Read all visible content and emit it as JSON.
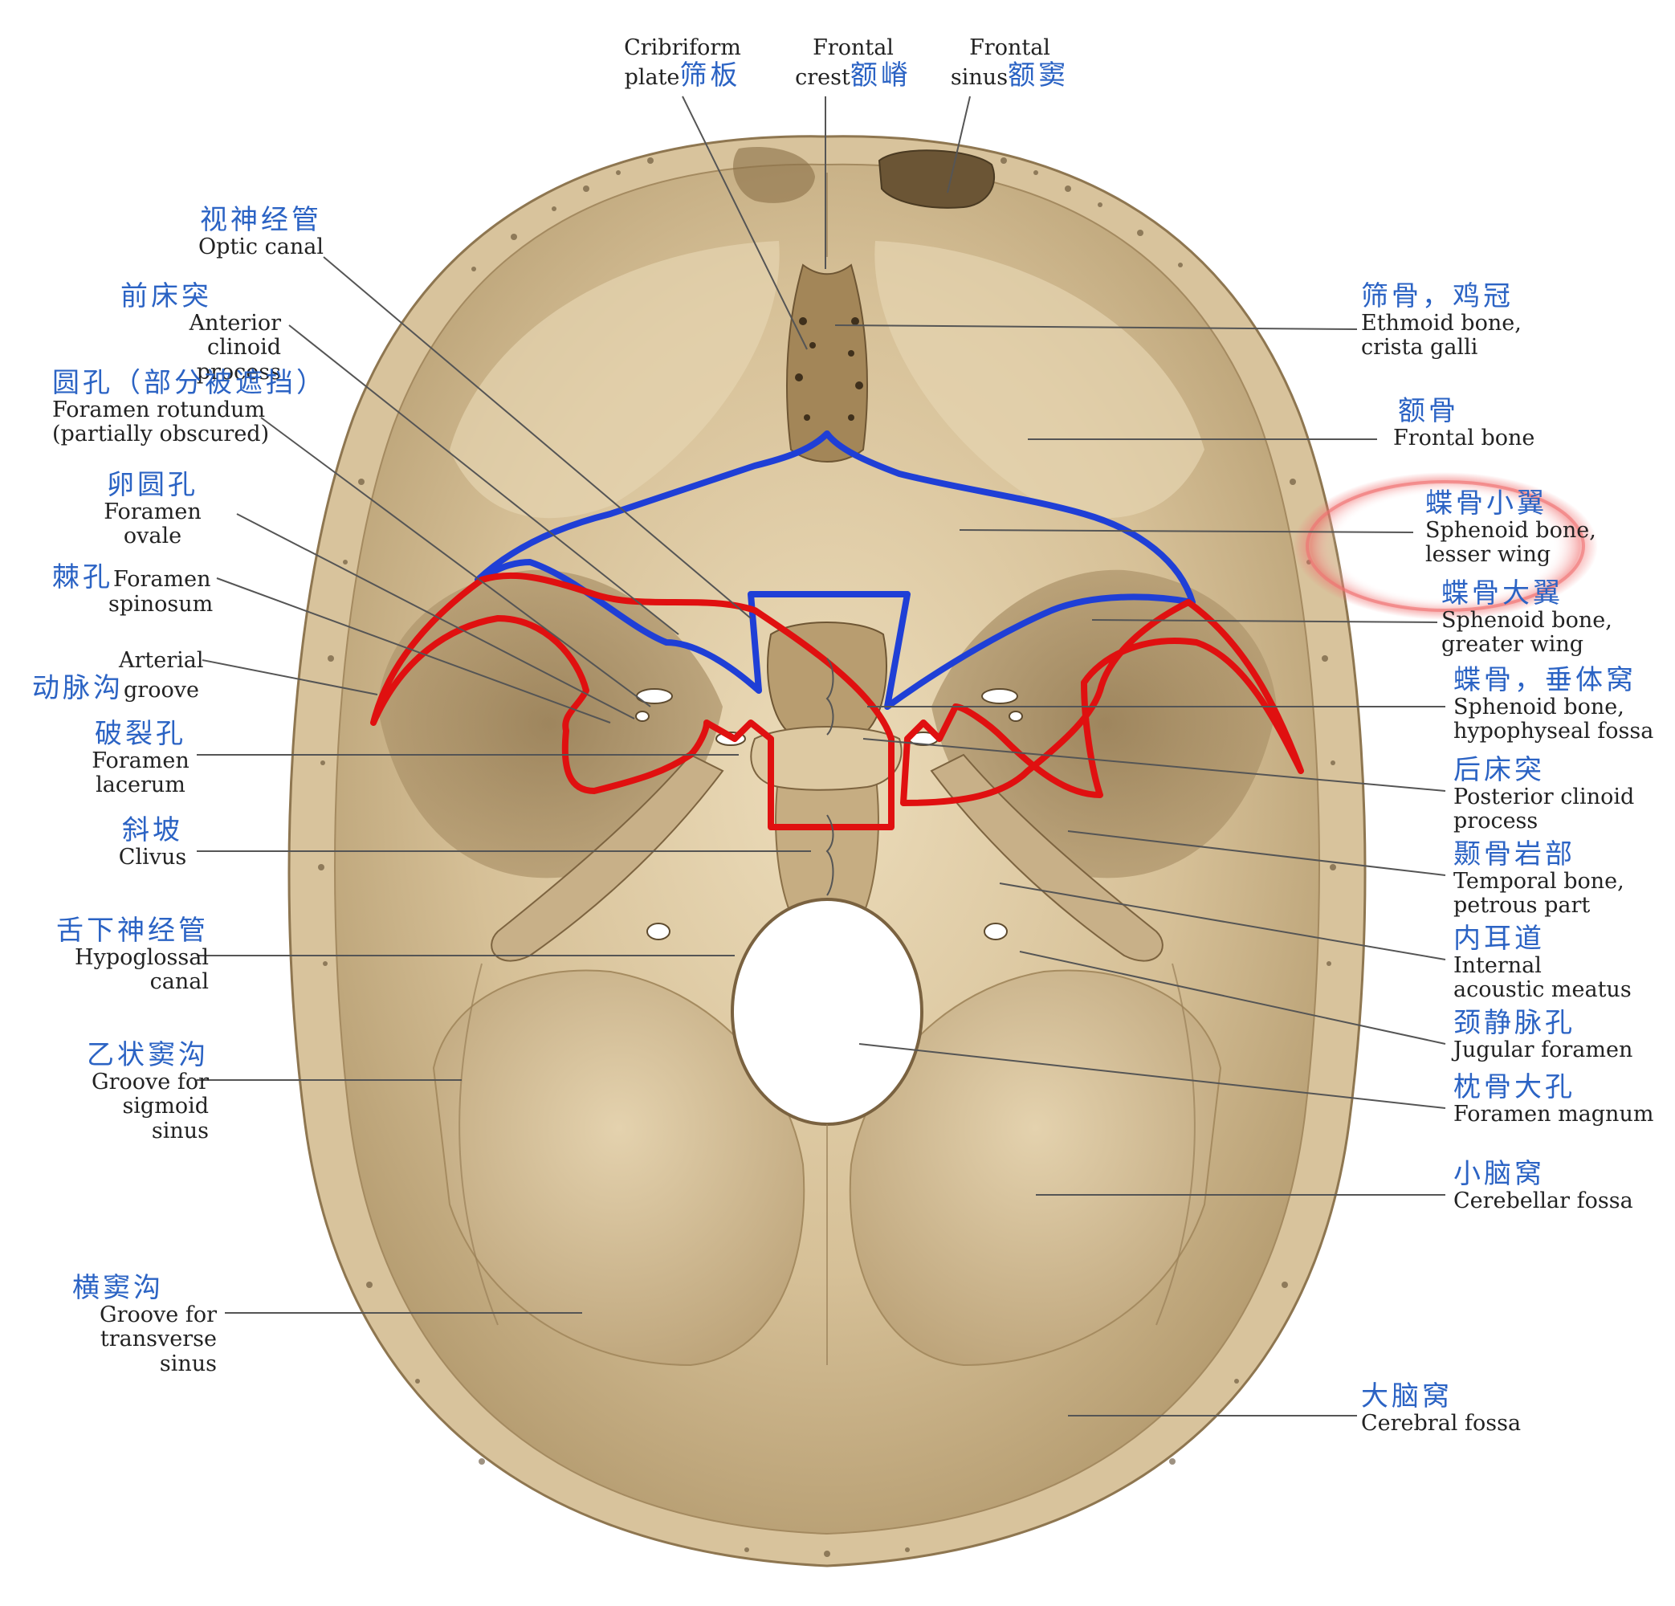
{
  "colors": {
    "bone_light": "#e8d8b6",
    "bone_mid": "#cdb68c",
    "bone_dark": "#9c8257",
    "chinese_label": "#2b63c4",
    "lesser_wing_outline": "#1f3fd6",
    "greater_wing_outline": "#e01010",
    "highlight_circle": "#f07070"
  },
  "labels": {
    "cribriform": {
      "zh": "筛板",
      "en1": "Cribriform",
      "en2": "plate"
    },
    "frontal_crest": {
      "zh": "额嵴",
      "en1": "Frontal",
      "en2": "crest"
    },
    "frontal_sinus": {
      "zh": "额窦",
      "en1": "Frontal",
      "en2": "sinus"
    },
    "optic_canal": {
      "zh": "视神经管",
      "en1": "Optic canal"
    },
    "anterior_clinoid": {
      "zh": "前床突",
      "en1": "Anterior clinoid",
      "en2": "process"
    },
    "foramen_rotundum": {
      "zh": "圆孔（部分被遮挡）",
      "en1": "Foramen rotundum",
      "en2": "(partially obscured)"
    },
    "foramen_ovale": {
      "zh": "卵圆孔",
      "en1": "Foramen ovale"
    },
    "foramen_spinosum": {
      "zh": "棘孔",
      "en1": "Foramen",
      "en2": "spinosum"
    },
    "arterial_groove": {
      "zh": "动脉沟",
      "en1": "Arterial",
      "en2": "groove"
    },
    "foramen_lacerum": {
      "zh": "破裂孔",
      "en1": "Foramen",
      "en2": "lacerum"
    },
    "clivus": {
      "zh": "斜坡",
      "en1": "Clivus"
    },
    "hypoglossal": {
      "zh": "舌下神经管",
      "en1": "Hypoglossal",
      "en2": "canal"
    },
    "sigmoid": {
      "zh": "乙状窦沟",
      "en1": "Groove for",
      "en2": "sigmoid",
      "en3": "sinus"
    },
    "transverse": {
      "zh": "横窦沟",
      "en1": "Groove for",
      "en2": "transverse",
      "en3": "sinus"
    },
    "ethmoid": {
      "zh": "筛骨，鸡冠",
      "en1": "Ethmoid bone,",
      "en2": "crista galli"
    },
    "frontal_bone": {
      "zh": "额骨",
      "en1": "Frontal bone"
    },
    "lesser_wing": {
      "zh": "蝶骨小翼",
      "en1": "Sphenoid bone,",
      "en2": "lesser wing"
    },
    "greater_wing": {
      "zh": "蝶骨大翼",
      "en1": "Sphenoid bone,",
      "en2": "greater wing"
    },
    "hypophyseal": {
      "zh": "蝶骨，垂体窝",
      "en1": "Sphenoid bone,",
      "en2": "hypophyseal fossa"
    },
    "posterior_clinoid": {
      "zh": "后床突",
      "en1": "Posterior clinoid",
      "en2": "process"
    },
    "petrous": {
      "zh": "颞骨岩部",
      "en1": "Temporal bone,",
      "en2": "petrous part"
    },
    "acoustic": {
      "zh": "内耳道",
      "en1": "Internal",
      "en2": "acoustic meatus"
    },
    "jugular": {
      "zh": "颈静脉孔",
      "en1": "Jugular foramen"
    },
    "magnum": {
      "zh": "枕骨大孔",
      "en1": "Foramen magnum"
    },
    "cerebellar": {
      "zh": "小脑窝",
      "en1": "Cerebellar fossa"
    },
    "cerebral": {
      "zh": "大脑窝",
      "en1": "Cerebral fossa"
    }
  }
}
